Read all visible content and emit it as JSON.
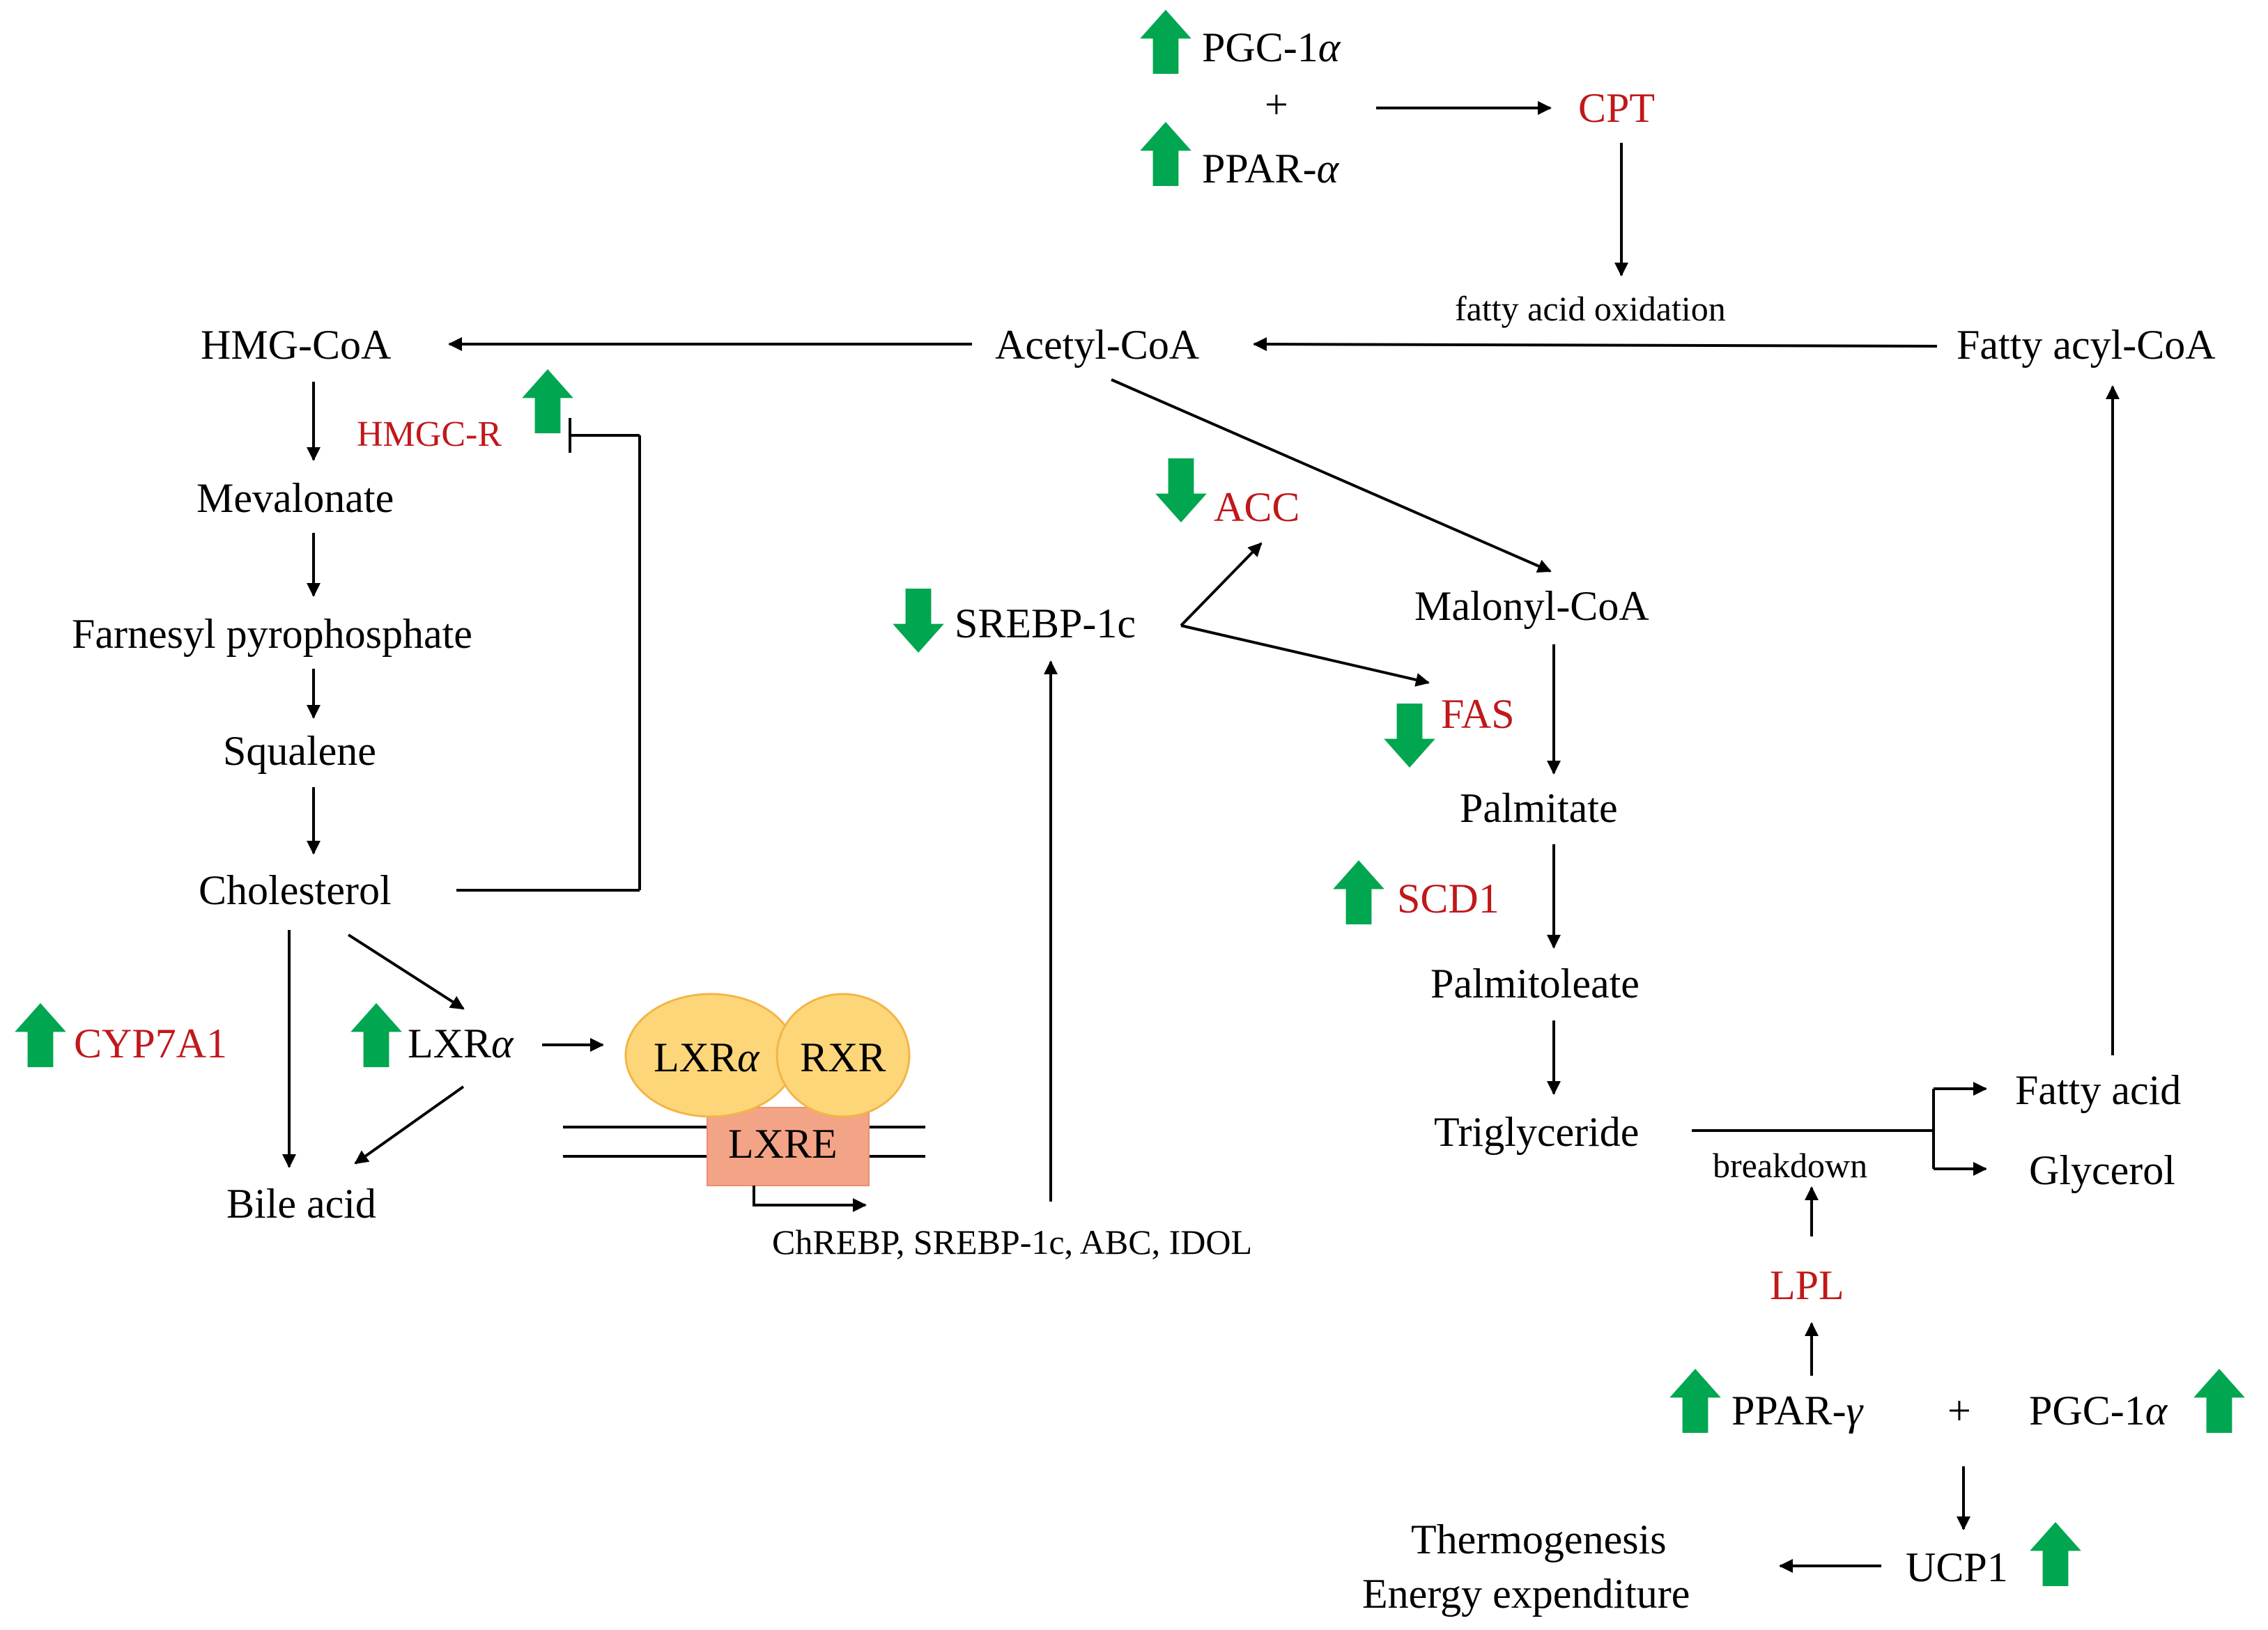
{
  "colors": {
    "enzyme_red": "#c0181b",
    "arrow_green": "#00a650",
    "complex_fill": "#fdd67a",
    "complex_stroke": "#f3b545",
    "lxre_fill": "#f3a487",
    "line": "#000000"
  },
  "icons": {
    "up": "green-up-arrow-icon",
    "down": "green-down-arrow-icon"
  },
  "top": {
    "pgc1a": "PGC-1",
    "alpha": "α",
    "plus": "+",
    "ppar_a": "PPAR-",
    "cpt": "CPT",
    "fatty_acid_oxidation": "fatty acid oxidation"
  },
  "row2": {
    "hmg_coa": "HMG-CoA",
    "acetyl_coa": "Acetyl-CoA",
    "fatty_acyl_coa": "Fatty acyl-CoA"
  },
  "cholesterol_path": {
    "hmgc_r": "HMGC-R",
    "mevalonate": "Mevalonate",
    "farnesyl": "Farnesyl pyrophosphate",
    "squalene": "Squalene",
    "cholesterol": "Cholesterol",
    "cyp7a1": "CYP7A1",
    "lxr": "LXR",
    "bile_acid": "Bile acid"
  },
  "complex": {
    "lxr": "LXR",
    "rxr": "RXR",
    "lxre": "LXRE",
    "targets": "ChREBP, SREBP-1c, ABC, IDOL"
  },
  "lipogenesis": {
    "acc": "ACC",
    "srebp1c": "SREBP-1c",
    "malonyl_coa": "Malonyl-CoA",
    "fas": "FAS",
    "palmitate": "Palmitate",
    "scd1": "SCD1",
    "palmitoleate": "Palmitoleate",
    "triglyceride": "Triglyceride"
  },
  "lipolysis": {
    "breakdown": "breakdown",
    "fatty_acid": "Fatty acid",
    "glycerol": "Glycerol",
    "lpl": "LPL",
    "ppar_g": "PPAR-",
    "gamma": "γ",
    "plus": "+",
    "pgc1a": "PGC-1",
    "alpha": "α",
    "ucp1": "UCP1",
    "thermogenesis": "Thermogenesis",
    "energy_expenditure": "Energy expenditure"
  }
}
